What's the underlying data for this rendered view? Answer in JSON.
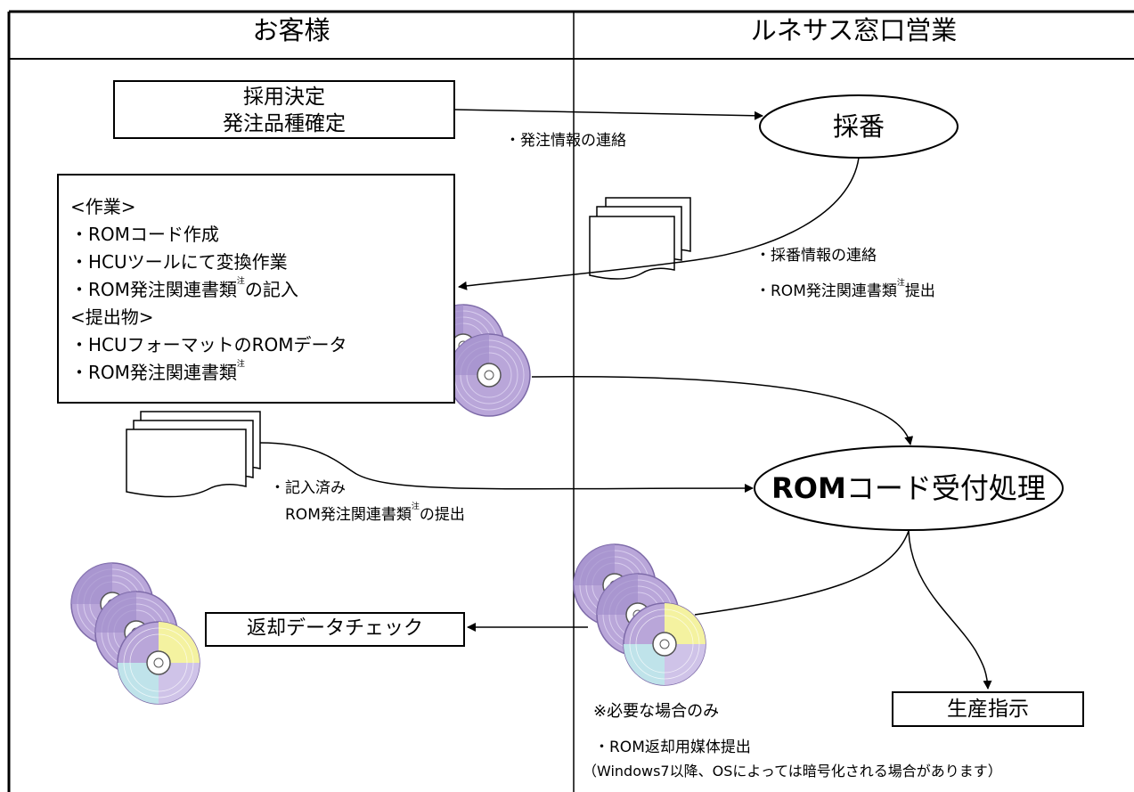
{
  "lanes": {
    "customer": "お客様",
    "renesas": "ルネサス窓口営業"
  },
  "nodes": {
    "adoption": [
      "採用決定",
      "発注品種確定"
    ],
    "numbering": "採番",
    "work": {
      "header_work": "<作業>",
      "work_items": [
        "・ROMコード作成",
        "・HCUツールにて変換作業",
        "・ROM発注関連書類",
        "の記入"
      ],
      "header_submit": "<提出物>",
      "submit_items": [
        "・HCUフォーマットのROMデータ",
        "・ROM発注関連書類"
      ],
      "note_mark": "注"
    },
    "rom_reception": {
      "bold": "ROM",
      "rest": "コード受付処理"
    },
    "return_check": "返却データチェック",
    "production": "生産指示"
  },
  "labels": {
    "order_info": "・発注情報の連絡",
    "numbering_info": "・採番情報の連絡",
    "rom_docs_submit_a": "・ROM発注関連書類",
    "rom_docs_submit_b": "提出",
    "filled_1": "・記入済み",
    "filled_2a": "ROM発注関連書類",
    "filled_2b": "の提出",
    "only_if_needed": "※必要な場合のみ",
    "return_media": "・ROM返却用媒体提出",
    "windows_note": "（Windows7以降、OSによっては暗号化される場合があります）",
    "note_mark": "注"
  },
  "colors": {
    "disc_purple": "#b9a6d9",
    "disc_purple_dark": "#8d77bb",
    "disc_yellow": "#f4f2a0",
    "disc_cyan": "#bfe3ea",
    "line": "#000000"
  }
}
